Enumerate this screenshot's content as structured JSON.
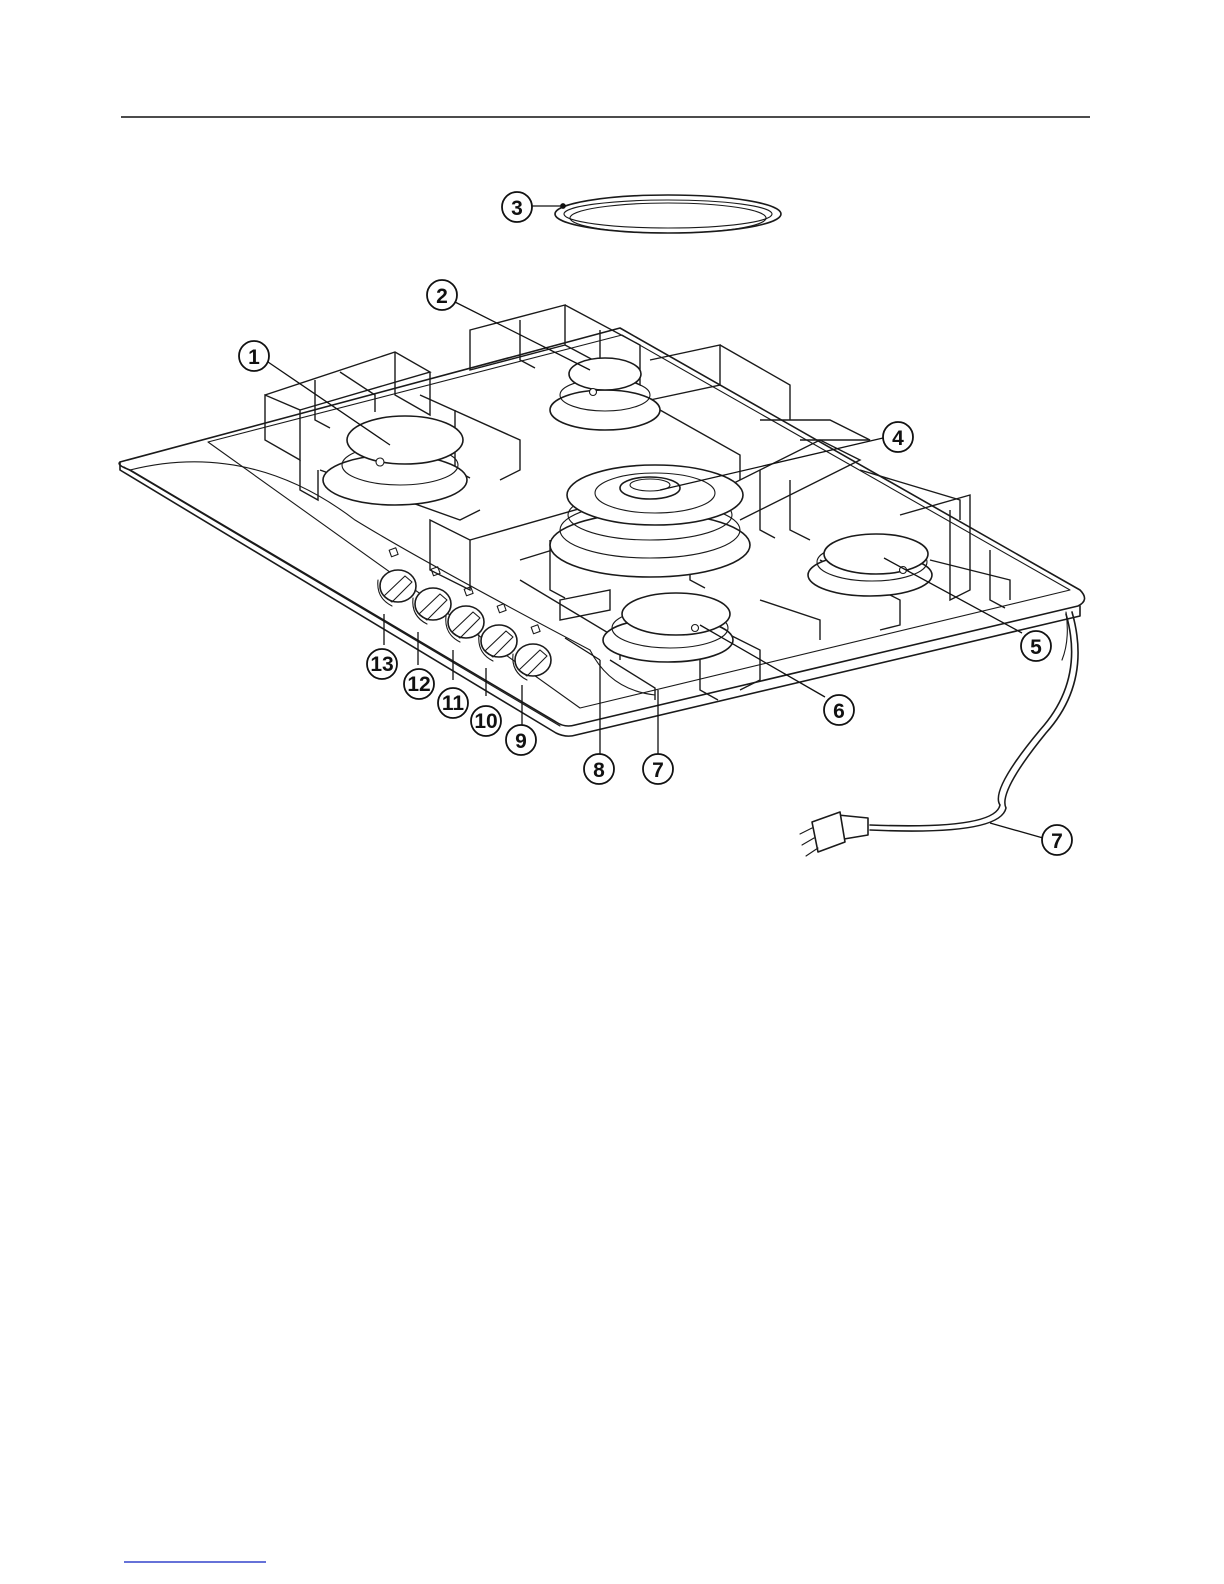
{
  "diagram": {
    "callouts": [
      {
        "id": "c1",
        "label": "1"
      },
      {
        "id": "c2",
        "label": "2"
      },
      {
        "id": "c3",
        "label": "3"
      },
      {
        "id": "c4",
        "label": "4"
      },
      {
        "id": "c5",
        "label": "5"
      },
      {
        "id": "c6",
        "label": "6"
      },
      {
        "id": "c7a",
        "label": "7"
      },
      {
        "id": "c7b",
        "label": "7"
      },
      {
        "id": "c8",
        "label": "8"
      },
      {
        "id": "c9",
        "label": "9"
      },
      {
        "id": "c10",
        "label": "10"
      },
      {
        "id": "c11",
        "label": "11"
      },
      {
        "id": "c12",
        "label": "12"
      },
      {
        "id": "c13",
        "label": "13"
      }
    ]
  },
  "colors": {
    "line": "#1a1a1a",
    "footer_link_line": "#3344cc"
  }
}
